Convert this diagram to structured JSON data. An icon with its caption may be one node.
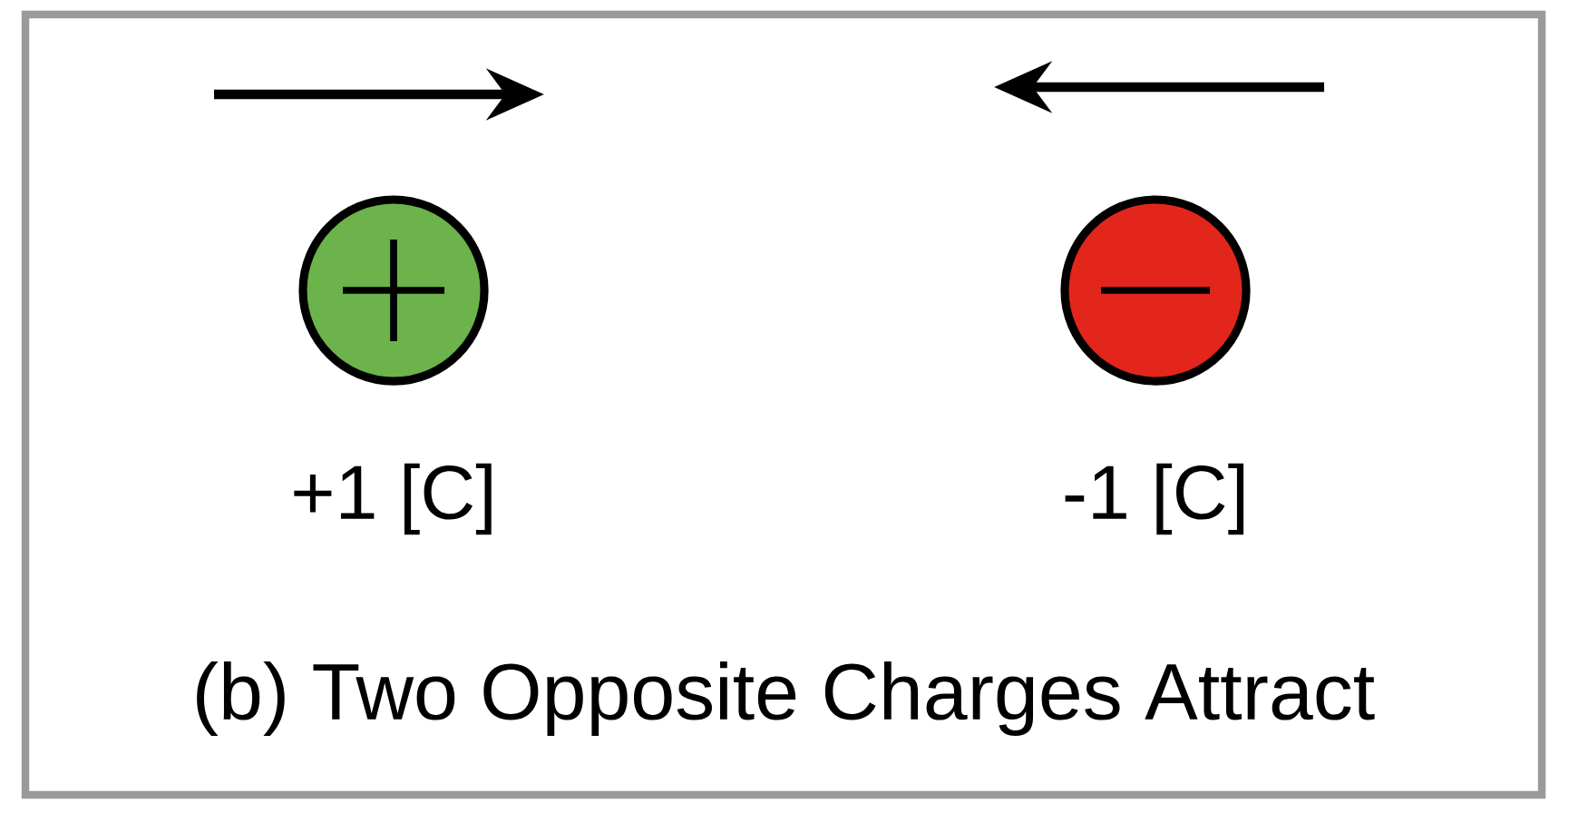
{
  "diagram": {
    "caption": "(b) Two Opposite Charges Attract",
    "nodes": [
      {
        "text": [],
        "shape": "circle",
        "beside": [
          "+1 [C]"
        ]
      },
      {
        "text": [],
        "shape": "circle",
        "beside": [
          "-1 [C]"
        ]
      }
    ]
  }
}
